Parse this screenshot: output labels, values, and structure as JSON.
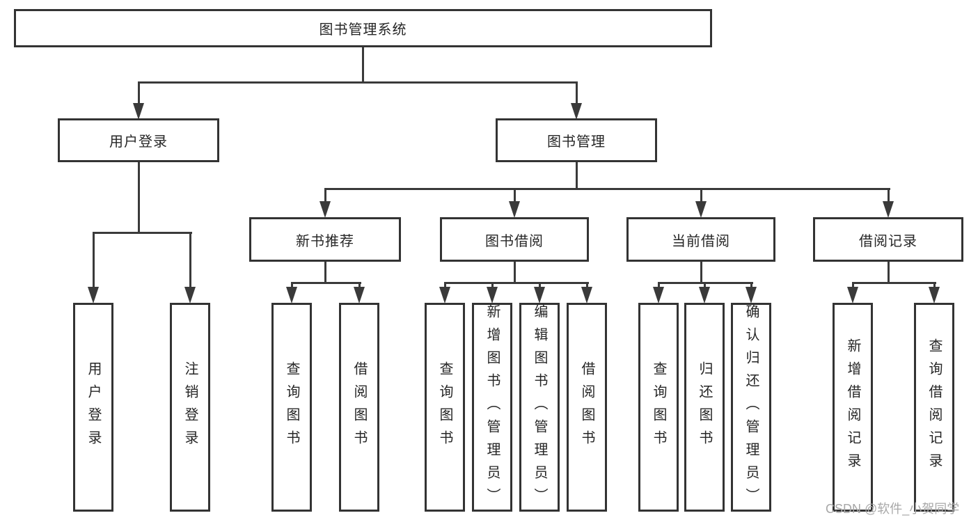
{
  "tree": {
    "root": {
      "label": "图书管理系统"
    },
    "branches": [
      {
        "label": "用户登录",
        "children": [
          {
            "label": "用户登录"
          },
          {
            "label": "注销登录"
          }
        ]
      },
      {
        "label": "图书管理",
        "children": [
          {
            "label": "新书推荐",
            "children": [
              {
                "label": "查询图书"
              },
              {
                "label": "借阅图书"
              }
            ]
          },
          {
            "label": "图书借阅",
            "children": [
              {
                "label": "查询图书"
              },
              {
                "label": "新增图书（管理员）"
              },
              {
                "label": "编辑图书（管理员）"
              },
              {
                "label": "借阅图书"
              }
            ]
          },
          {
            "label": "当前借阅",
            "children": [
              {
                "label": "查询图书"
              },
              {
                "label": "归还图书"
              },
              {
                "label": "确认归还（管理员）"
              }
            ]
          },
          {
            "label": "借阅记录",
            "children": [
              {
                "label": "新增借阅记录"
              },
              {
                "label": "查询借阅记录"
              }
            ]
          }
        ]
      }
    ]
  },
  "watermark": "CSDN @软件_小贺同学",
  "colors": {
    "line": "#3a3a3a",
    "box_border": "#333333",
    "text": "#262626",
    "watermark": "#a8a8a8",
    "background": "#ffffff"
  }
}
